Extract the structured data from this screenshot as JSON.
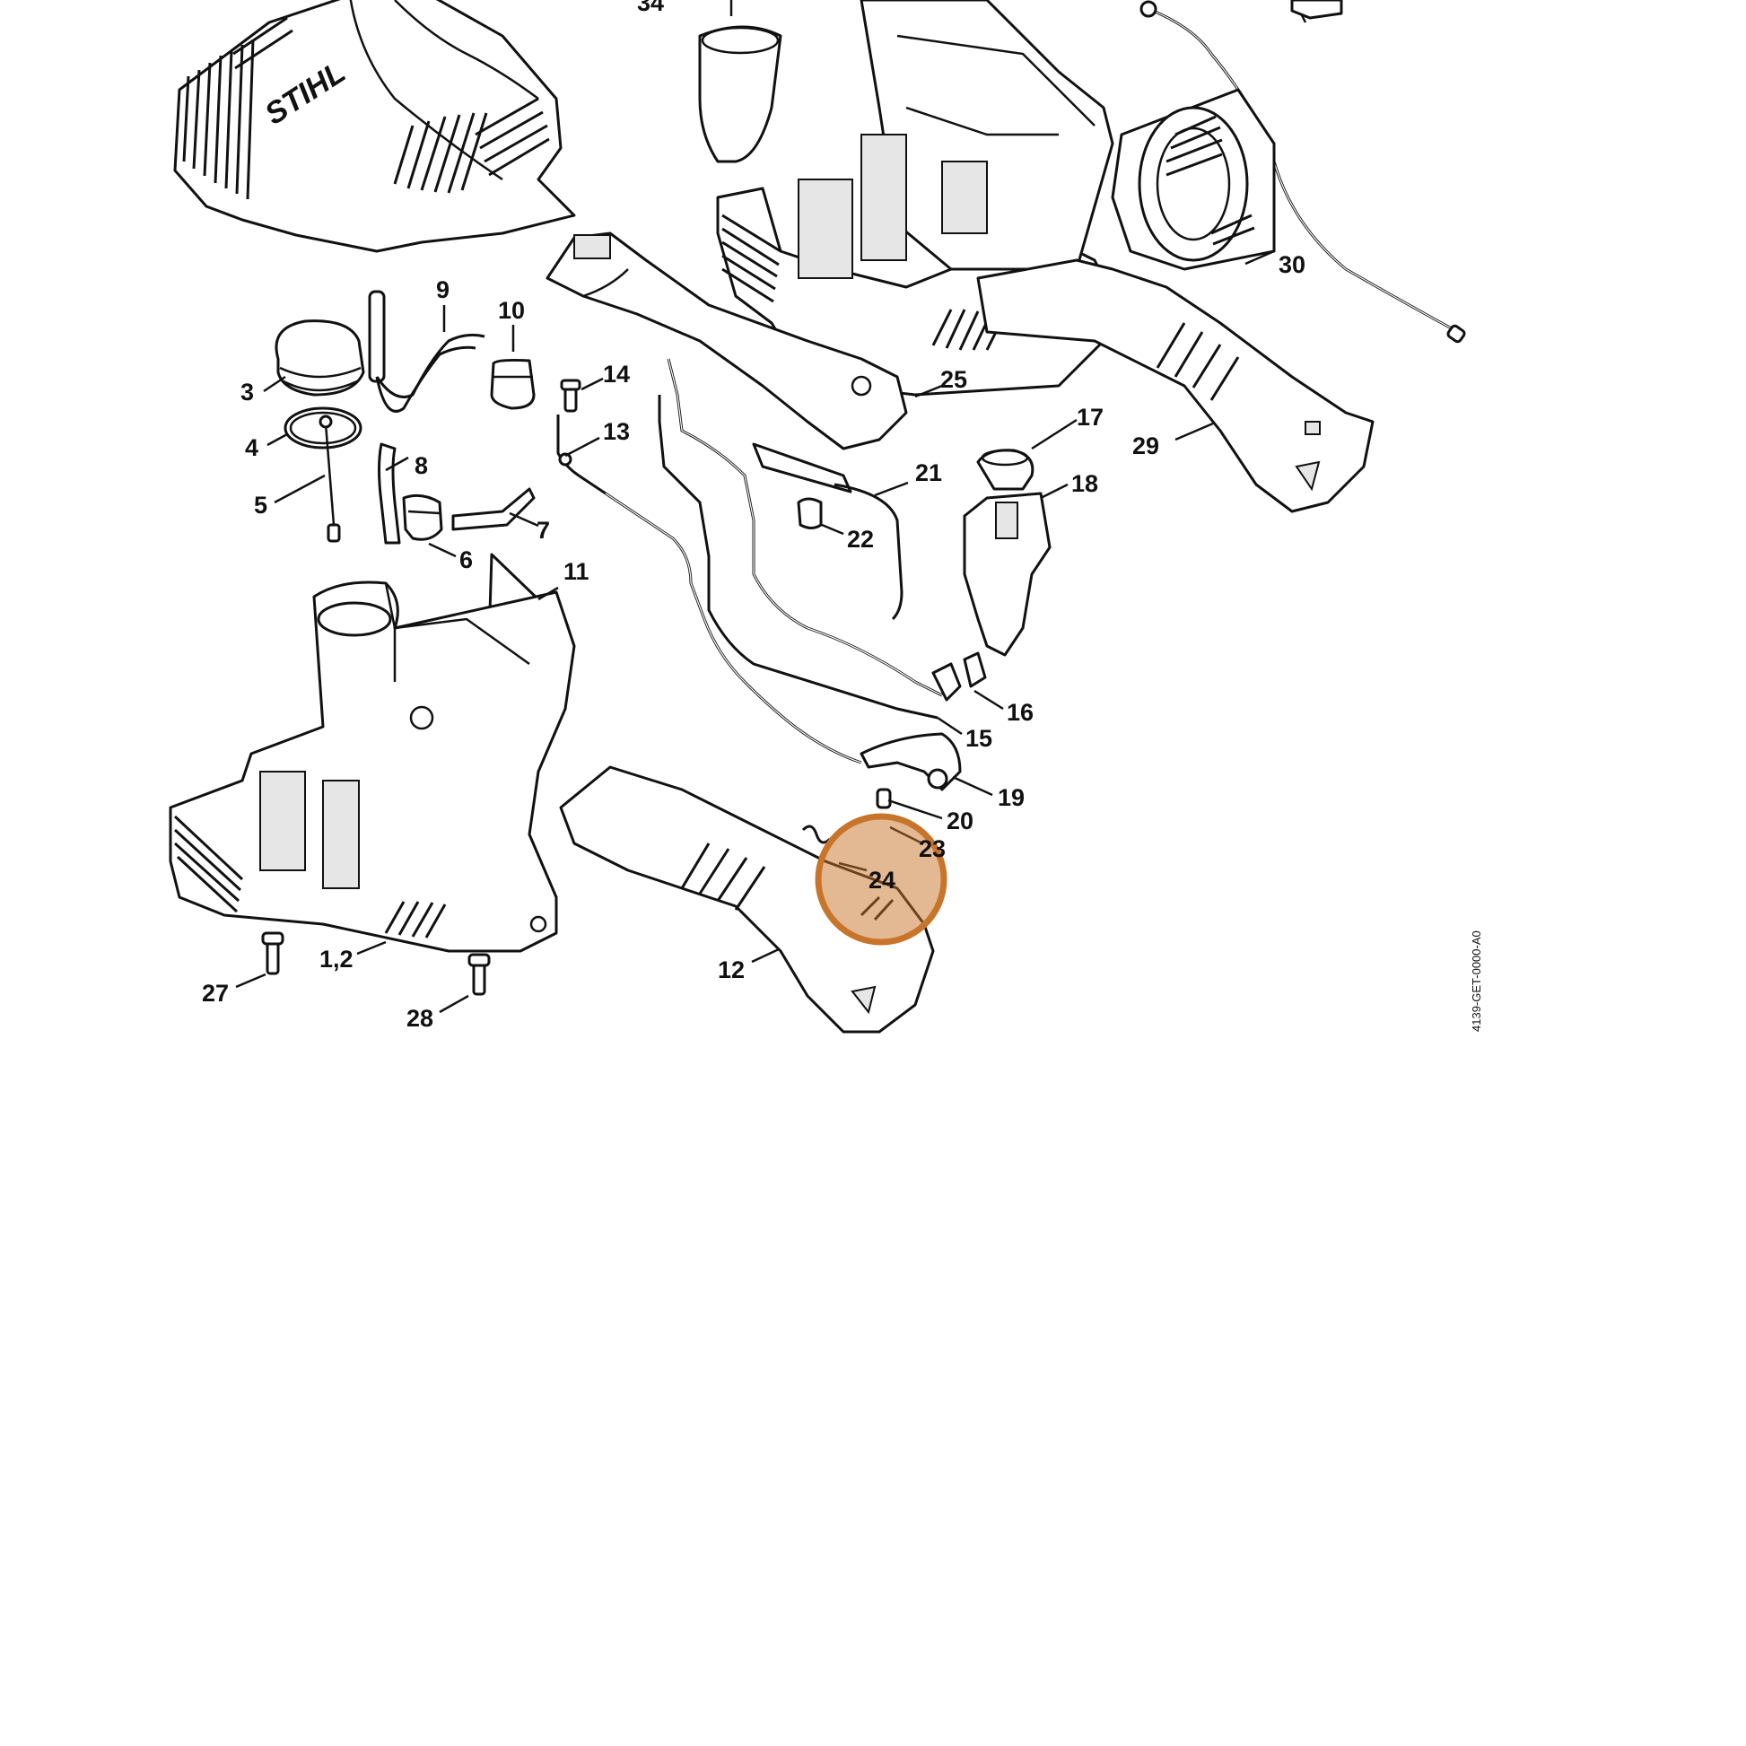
{
  "diagram": {
    "brand_text": "STIHL",
    "document_id": "4139-GET-0000-A0",
    "highlight_color": "#c8742a",
    "highlighted_part": "24",
    "callouts": {
      "c34": "34",
      "c30": "30",
      "c29": "29",
      "c25": "25",
      "c9": "9",
      "c10": "10",
      "c3": "3",
      "c4": "4",
      "c5": "5",
      "c8": "8",
      "c7": "7",
      "c6": "6",
      "c14": "14",
      "c13": "13",
      "c11": "11",
      "c17": "17",
      "c18": "18",
      "c21": "21",
      "c22": "22",
      "c16": "16",
      "c15": "15",
      "c19": "19",
      "c20": "20",
      "c23": "23",
      "c24": "24",
      "c12": "12",
      "c12b": "1,2",
      "c27": "27",
      "c28": "28"
    }
  }
}
